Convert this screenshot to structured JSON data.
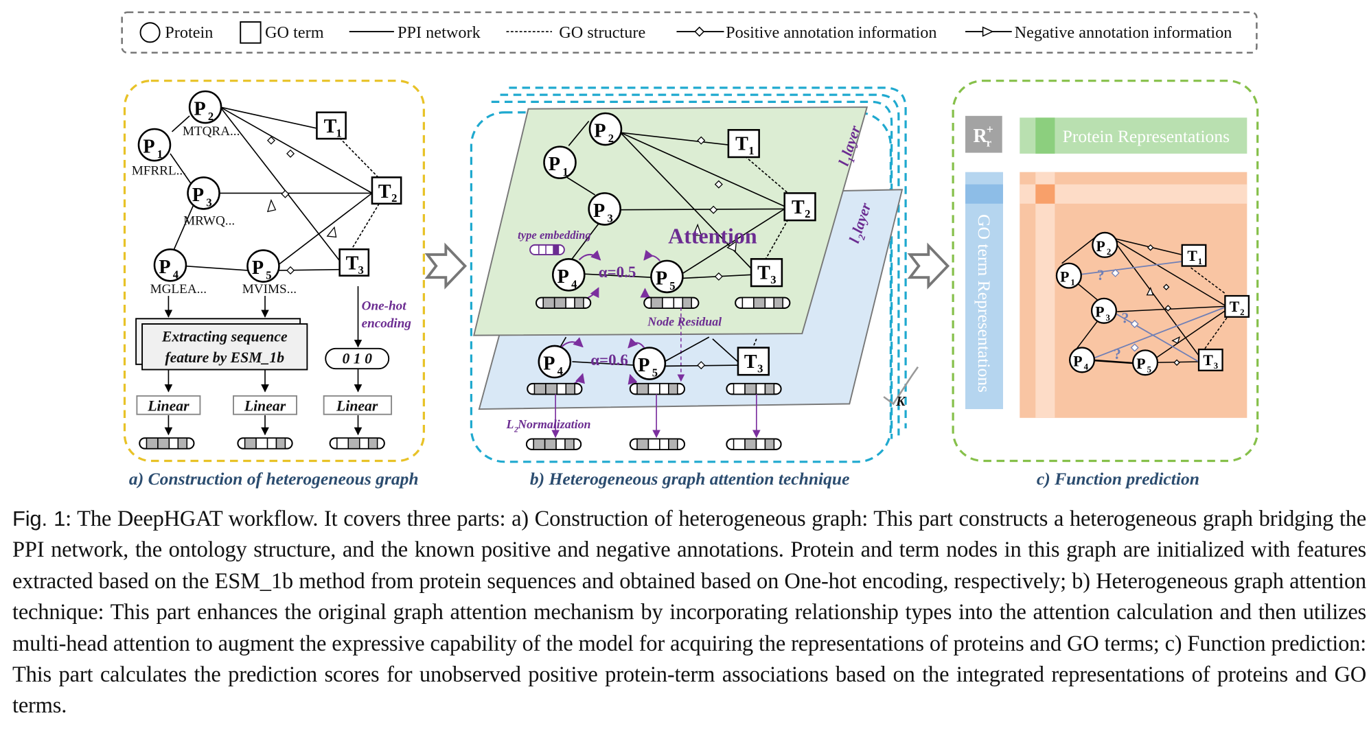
{
  "legend": {
    "items": [
      {
        "icon": "circle-icon",
        "label": "Protein"
      },
      {
        "icon": "square-icon",
        "label": "GO term"
      },
      {
        "icon": "solid-line-icon",
        "label": "PPI network"
      },
      {
        "icon": "dashed-line-icon",
        "label": "GO structure"
      },
      {
        "icon": "diamond-line-icon",
        "label": "Positive annotation information"
      },
      {
        "icon": "triangle-line-icon",
        "label": "Negative annotation information"
      }
    ]
  },
  "panel_a": {
    "caption": "a) Construction of heterogeneous graph",
    "border_color": "#e8c227",
    "proteins": [
      {
        "id": "P",
        "sub": "1",
        "seq": "MFRRL..."
      },
      {
        "id": "P",
        "sub": "2",
        "seq": "MTQRA..."
      },
      {
        "id": "P",
        "sub": "3",
        "seq": "MRWQ..."
      },
      {
        "id": "P",
        "sub": "4",
        "seq": "MGLEA..."
      },
      {
        "id": "P",
        "sub": "5",
        "seq": "MVIMS..."
      }
    ],
    "terms": [
      {
        "id": "T",
        "sub": "1"
      },
      {
        "id": "T",
        "sub": "2"
      },
      {
        "id": "T",
        "sub": "3"
      }
    ],
    "esm_box": {
      "line1": "Extracting sequence",
      "line2": "feature by ESM_1b"
    },
    "onehot_label": {
      "line1": "One-hot",
      "line2": "encoding"
    },
    "onehot_value": "0 1 0",
    "linear_label": "Linear"
  },
  "panel_b": {
    "caption": "b) Heterogeneous graph attention technique",
    "border_color": "#1fa9cf",
    "layer1_label": "l",
    "layer1_sub": "1",
    "layer1_suffix": " layer",
    "layer2_label": "l",
    "layer2_sub": "2",
    "layer2_suffix": " layer",
    "attention_label": "Attention",
    "type_embedding_label": "type embedding",
    "alpha1": "α=0.5",
    "alpha2": "α=0.6",
    "node_residual_label": "Node Residual",
    "l2norm_label": "L",
    "l2norm_sub": "2",
    "l2norm_suffix": " Normalization",
    "k_label": "K",
    "layer1_color": "#dcedd3",
    "layer2_color": "#d9e8f6"
  },
  "panel_c": {
    "caption": "c) Function prediction",
    "border_color": "#86c04a",
    "r_label": "R",
    "r_sub": "r",
    "r_sup": "+",
    "protein_repr_label": "Protein Representations",
    "go_repr_label": "GO term Representations",
    "unknown_marker": "?",
    "matrix_color": "#f9c5a3",
    "protein_bar_color": "#b9e0b0",
    "go_bar_color": "#b5d5ef"
  },
  "figure_caption": {
    "label": "Fig. 1",
    "text": ": The DeepHGAT workflow. It covers three parts: a) Construction of heterogeneous graph: This part constructs a heterogeneous graph bridging the PPI network, the ontology structure, and the known positive and negative annotations. Protein and term nodes in this graph are initialized with features extracted based on the ESM_1b method from protein sequences and obtained based on One-hot encoding, respectively; b) Heterogeneous graph attention technique: This part enhances the original graph attention mechanism by incorporating relationship types into the attention calculation and then utilizes multi-head attention to augment the expressive capability of the model for acquiring the representations of proteins and GO terms; c) Function prediction: This part calculates the prediction scores for unobserved positive protein-term associations based on the integrated representations of proteins and GO terms."
  }
}
